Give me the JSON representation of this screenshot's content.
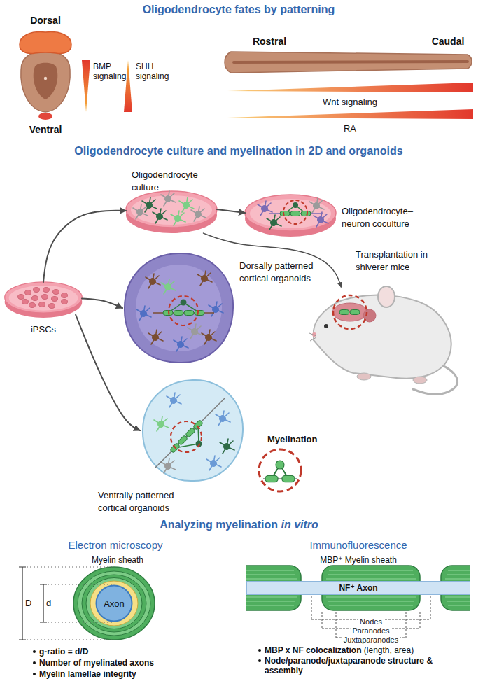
{
  "diagram": {
    "nodes": [
      {
        "text": [
          "Oligodendrocyte culture"
        ]
      },
      {
        "text": [
          "Oligodendrocyte–neuron coculture"
        ]
      },
      {
        "text": [
          "iPSCs"
        ]
      },
      {
        "text": [
          "Transplantation in shiverer mice"
        ]
      },
      {
        "text": [
          "Dorsally patterned cortical organoids"
        ]
      },
      {
        "text": [
          "Myelination"
        ]
      },
      {
        "text": [
          "Ventrally patterned cortical organoids"
        ]
      },
      {
        "text": [
          "Axon"
        ]
      },
      {
        "text": [
          "NF⁺ Axon"
        ]
      }
    ],
    "edges": [
      {
        "from": 2,
        "to": 0,
        "arrow": "to"
      },
      {
        "from": 0,
        "to": 1,
        "arrow": "to"
      },
      {
        "from": 0,
        "to": 3,
        "arrow": "to"
      },
      {
        "from": 2,
        "to": 4,
        "arrow": "to"
      },
      {
        "from": 2,
        "to": 6,
        "arrow": "to"
      }
    ],
    "labels": [
      "Oligodendrocyte fates by patterning",
      "Dorsal",
      "Rostral",
      "Caudal",
      "BMP signaling",
      "SHH signaling",
      "Wnt signaling",
      "Ventral",
      "RA",
      "Oligodendrocyte culture and myelination in 2D and organoids",
      "Analyzing myelination",
      "in vitro",
      "Electron microscopy",
      "Immunofluorescence",
      "Myelin sheath",
      "MBP⁺ Myelin sheath",
      "D",
      "d",
      "Nodes",
      "Paranodes",
      "Juxtaparanodes",
      "g-ratio = d/D",
      "MBP x NF colocalization",
      "(length, area)",
      "Number of myelinated axons",
      "Node/paranode/juxtaparanode structure & assembly",
      "Myelin lamellae integrity"
    ]
  }
}
